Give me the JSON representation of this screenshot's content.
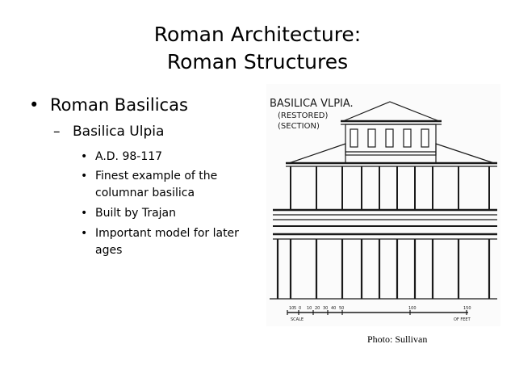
{
  "title": {
    "line1": "Roman Architecture:",
    "line2": "Roman Structures"
  },
  "bullets": {
    "level1": {
      "marker": "•",
      "text": "Roman Basilicas"
    },
    "level2": {
      "marker": "–",
      "text": "Basilica Ulpia"
    },
    "level3": [
      {
        "marker": "•",
        "text": "A.D. 98-117"
      },
      {
        "marker": "•",
        "text": "Finest example of the columnar basilica"
      },
      {
        "marker": "•",
        "text": "Built by Trajan"
      },
      {
        "marker": "•",
        "text": "Important model for later ages"
      }
    ]
  },
  "figure": {
    "heading_line1": "BASILICA VLPIA.",
    "heading_line2": "(RESTORED)",
    "heading_line3": "(SECTION)",
    "scale_ticks": [
      "10",
      "5",
      "0",
      "10",
      "20",
      "30",
      "40",
      "50",
      "100",
      "150"
    ],
    "scale_left": "SCALE",
    "scale_right": "OF FEET",
    "stroke_color": "#1a1a1a"
  },
  "caption": "Photo: Sullivan"
}
